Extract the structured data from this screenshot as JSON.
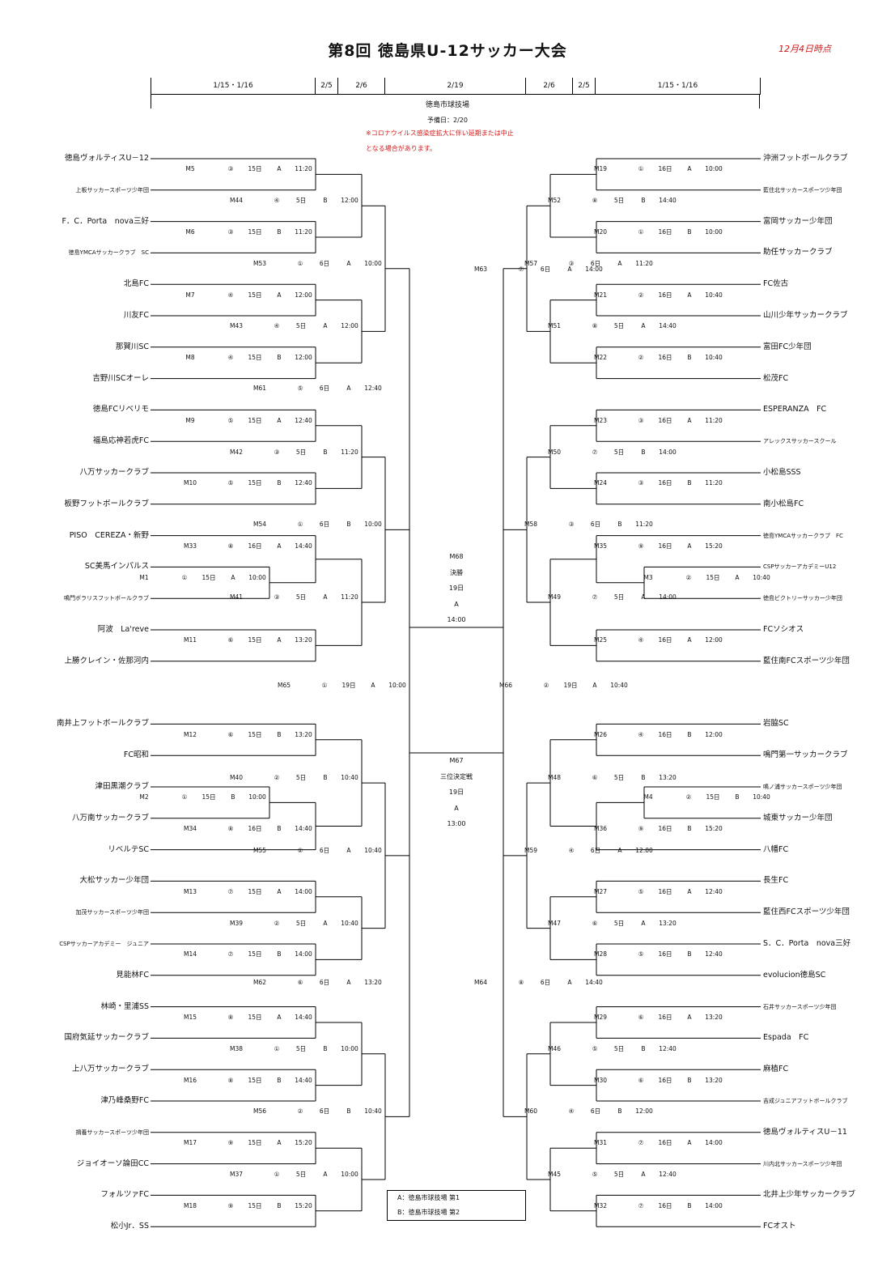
{
  "title": "第8回 徳島県U-12サッカー大会",
  "as_of": "12月4日時点",
  "schedule": [
    "1/15・1/16",
    "2/5",
    "2/6",
    "2/19",
    "2/6",
    "2/5",
    "1/15・1/16"
  ],
  "venue": "徳島市球技場",
  "reserve": "予備日：2/20",
  "note1": "※コロナウイルス感染症拡大に伴い延期または中止",
  "note2": "となる場合があります。",
  "left_teams": [
    "徳島ヴォルティスU－12",
    "上板サッカースポーツ少年団",
    "F．C．Porta　nova三好",
    "徳島YMCAサッカークラブ　SC",
    "北島FC",
    "川友FC",
    "那賀川SC",
    "吉野川SCオーレ",
    "徳島FCリベリモ",
    "福島応神若虎FC",
    "八万サッカークラブ",
    "板野フットボールクラブ",
    "PISO　CEREZA・新野",
    "SC美馬インパルス",
    "鳴門ボラリスフットボールクラブ",
    "阿波　La'reve",
    "上勝クレイン・佐那河内",
    "南井上フットボールクラブ",
    "FC昭和",
    "津田黒潮クラブ",
    "八万南サッカークラブ",
    "リベルテSC",
    "大松サッカー少年団",
    "加茂サッカースポーツ少年団",
    "CSPサッカーアカデミー　ジュニア",
    "見能林FC",
    "林崎・里浦SS",
    "国府気延サッカークラブ",
    "上八万サッカークラブ",
    "津乃峰桑野FC",
    "揖養サッカースポーツ少年団",
    "ジョイオーソ論田CC",
    "フォルツァFC",
    "松小Jr．SS"
  ],
  "right_teams": [
    "沖洲フットボールクラブ",
    "藍住北サッカースポーツ少年団",
    "富岡サッカー少年団",
    "助任サッカークラブ",
    "FC佐古",
    "山川少年サッカークラブ",
    "富田FC少年団",
    "松茂FC",
    "ESPERANZA　FC",
    "アレックスサッカースクール",
    "小松島SSS",
    "南小松島FC",
    "徳島YMCAサッカークラブ　FC",
    "CSPサッカーアカデミーU12",
    "徳島ビクトリーサッカー少年団",
    "FCソシオス",
    "藍住南FCスポーツ少年団",
    "岩脇SC",
    "鳴門第一サッカークラブ",
    "鳴ノ浦サッカースポーツ少年団",
    "城東サッカー少年団",
    "八幡FC",
    "長生FC",
    "藍住西FCスポーツ少年団",
    "S．C．Porta　nova三好",
    "evolucion徳島SC",
    "石井サッカースポーツ少年団",
    "Espada　FC",
    "麻植FC",
    "吉成ジュニアフットボールクラブ",
    "徳島ヴォルティスU－11",
    "川内北サッカースポーツ少年団",
    "北井上少年サッカークラブ",
    "FCオスト"
  ],
  "matches": [
    {
      "id": "M5",
      "c": "③",
      "d": "15日",
      "v": "A",
      "t": "11:20"
    },
    {
      "id": "M44",
      "c": "④",
      "d": "5日",
      "v": "B",
      "t": "12:00"
    },
    {
      "id": "M6",
      "c": "③",
      "d": "15日",
      "v": "B",
      "t": "11:20"
    },
    {
      "id": "M53",
      "c": "①",
      "d": "6日",
      "v": "A",
      "t": "10:00"
    },
    {
      "id": "M7",
      "c": "④",
      "d": "15日",
      "v": "A",
      "t": "12:00"
    },
    {
      "id": "M43",
      "c": "④",
      "d": "5日",
      "v": "A",
      "t": "12:00"
    },
    {
      "id": "M8",
      "c": "④",
      "d": "15日",
      "v": "B",
      "t": "12:00"
    },
    {
      "id": "M61",
      "c": "⑤",
      "d": "6日",
      "v": "A",
      "t": "12:40"
    },
    {
      "id": "M9",
      "c": "⑤",
      "d": "15日",
      "v": "A",
      "t": "12:40"
    },
    {
      "id": "M42",
      "c": "③",
      "d": "5日",
      "v": "B",
      "t": "11:20"
    },
    {
      "id": "M10",
      "c": "⑤",
      "d": "15日",
      "v": "B",
      "t": "12:40"
    },
    {
      "id": "M54",
      "c": "①",
      "d": "6日",
      "v": "B",
      "t": "10:00"
    },
    {
      "id": "M33",
      "c": "⑧",
      "d": "16日",
      "v": "A",
      "t": "14:40"
    },
    {
      "id": "M1",
      "c": "①",
      "d": "15日",
      "v": "A",
      "t": "10:00"
    },
    {
      "id": "M41",
      "c": "③",
      "d": "5日",
      "v": "A",
      "t": "11:20"
    },
    {
      "id": "M11",
      "c": "⑥",
      "d": "15日",
      "v": "A",
      "t": "13:20"
    },
    {
      "id": "M65",
      "c": "①",
      "d": "19日",
      "v": "A",
      "t": "10:00"
    },
    {
      "id": "M12",
      "c": "⑥",
      "d": "15日",
      "v": "B",
      "t": "13:20"
    },
    {
      "id": "M40",
      "c": "②",
      "d": "5日",
      "v": "B",
      "t": "10:40"
    },
    {
      "id": "M2",
      "c": "①",
      "d": "15日",
      "v": "B",
      "t": "10:00"
    },
    {
      "id": "M34",
      "c": "⑧",
      "d": "16日",
      "v": "B",
      "t": "14:40"
    },
    {
      "id": "M55",
      "c": "②",
      "d": "6日",
      "v": "A",
      "t": "10:40"
    },
    {
      "id": "M13",
      "c": "⑦",
      "d": "15日",
      "v": "A",
      "t": "14:00"
    },
    {
      "id": "M39",
      "c": "②",
      "d": "5日",
      "v": "A",
      "t": "10:40"
    },
    {
      "id": "M14",
      "c": "⑦",
      "d": "15日",
      "v": "B",
      "t": "14:00"
    },
    {
      "id": "M62",
      "c": "⑥",
      "d": "6日",
      "v": "A",
      "t": "13:20"
    },
    {
      "id": "M15",
      "c": "⑧",
      "d": "15日",
      "v": "A",
      "t": "14:40"
    },
    {
      "id": "M38",
      "c": "①",
      "d": "5日",
      "v": "B",
      "t": "10:00"
    },
    {
      "id": "M16",
      "c": "⑧",
      "d": "15日",
      "v": "B",
      "t": "14:40"
    },
    {
      "id": "M56",
      "c": "②",
      "d": "6日",
      "v": "B",
      "t": "10:40"
    },
    {
      "id": "M17",
      "c": "⑨",
      "d": "15日",
      "v": "A",
      "t": "15:20"
    },
    {
      "id": "M37",
      "c": "①",
      "d": "5日",
      "v": "A",
      "t": "10:00"
    },
    {
      "id": "M18",
      "c": "⑨",
      "d": "15日",
      "v": "B",
      "t": "15:20"
    },
    {
      "id": "M19",
      "c": "①",
      "d": "16日",
      "v": "A",
      "t": "10:00"
    },
    {
      "id": "M52",
      "c": "⑧",
      "d": "5日",
      "v": "B",
      "t": "14:40"
    },
    {
      "id": "M20",
      "c": "①",
      "d": "16日",
      "v": "B",
      "t": "10:00"
    },
    {
      "id": "M57",
      "c": "③",
      "d": "6日",
      "v": "A",
      "t": "11:20"
    },
    {
      "id": "M21",
      "c": "②",
      "d": "16日",
      "v": "A",
      "t": "10:40"
    },
    {
      "id": "M51",
      "c": "⑧",
      "d": "5日",
      "v": "A",
      "t": "14:40"
    },
    {
      "id": "M22",
      "c": "②",
      "d": "16日",
      "v": "B",
      "t": "10:40"
    },
    {
      "id": "M63",
      "c": "⑦",
      "d": "6日",
      "v": "A",
      "t": "14:00"
    },
    {
      "id": "M23",
      "c": "③",
      "d": "16日",
      "v": "A",
      "t": "11:20"
    },
    {
      "id": "M50",
      "c": "⑦",
      "d": "5日",
      "v": "B",
      "t": "14:00"
    },
    {
      "id": "M24",
      "c": "③",
      "d": "16日",
      "v": "B",
      "t": "11:20"
    },
    {
      "id": "M58",
      "c": "③",
      "d": "6日",
      "v": "B",
      "t": "11:20"
    },
    {
      "id": "M35",
      "c": "⑨",
      "d": "16日",
      "v": "A",
      "t": "15:20"
    },
    {
      "id": "M3",
      "c": "②",
      "d": "15日",
      "v": "A",
      "t": "10:40"
    },
    {
      "id": "M49",
      "c": "⑦",
      "d": "5日",
      "v": "A",
      "t": "14:00"
    },
    {
      "id": "M25",
      "c": "④",
      "d": "16日",
      "v": "A",
      "t": "12:00"
    },
    {
      "id": "M66",
      "c": "②",
      "d": "19日",
      "v": "A",
      "t": "10:40"
    },
    {
      "id": "M26",
      "c": "④",
      "d": "16日",
      "v": "B",
      "t": "12:00"
    },
    {
      "id": "M48",
      "c": "⑥",
      "d": "5日",
      "v": "B",
      "t": "13:20"
    },
    {
      "id": "M4",
      "c": "②",
      "d": "15日",
      "v": "B",
      "t": "10:40"
    },
    {
      "id": "M36",
      "c": "⑨",
      "d": "16日",
      "v": "B",
      "t": "15:20"
    },
    {
      "id": "M59",
      "c": "④",
      "d": "6日",
      "v": "A",
      "t": "12:00"
    },
    {
      "id": "M27",
      "c": "⑤",
      "d": "16日",
      "v": "A",
      "t": "12:40"
    },
    {
      "id": "M47",
      "c": "⑥",
      "d": "5日",
      "v": "A",
      "t": "13:20"
    },
    {
      "id": "M28",
      "c": "⑤",
      "d": "16日",
      "v": "B",
      "t": "12:40"
    },
    {
      "id": "M64",
      "c": "⑧",
      "d": "6日",
      "v": "A",
      "t": "14:40"
    },
    {
      "id": "M29",
      "c": "⑥",
      "d": "16日",
      "v": "A",
      "t": "13:20"
    },
    {
      "id": "M46",
      "c": "⑤",
      "d": "5日",
      "v": "B",
      "t": "12:40"
    },
    {
      "id": "M30",
      "c": "⑥",
      "d": "16日",
      "v": "B",
      "t": "13:20"
    },
    {
      "id": "M60",
      "c": "④",
      "d": "6日",
      "v": "B",
      "t": "12:00"
    },
    {
      "id": "M31",
      "c": "⑦",
      "d": "16日",
      "v": "A",
      "t": "14:00"
    },
    {
      "id": "M45",
      "c": "⑤",
      "d": "5日",
      "v": "A",
      "t": "12:40"
    },
    {
      "id": "M32",
      "c": "⑦",
      "d": "16日",
      "v": "B",
      "t": "14:00"
    }
  ],
  "final": [
    "M68",
    "決勝",
    "19日",
    "A",
    "14:00"
  ],
  "third": [
    "M67",
    "三位決定戦",
    "19日",
    "A",
    "13:00"
  ],
  "legend": [
    "A：徳島市球技場 第1",
    "B：徳島市球技場 第2"
  ]
}
